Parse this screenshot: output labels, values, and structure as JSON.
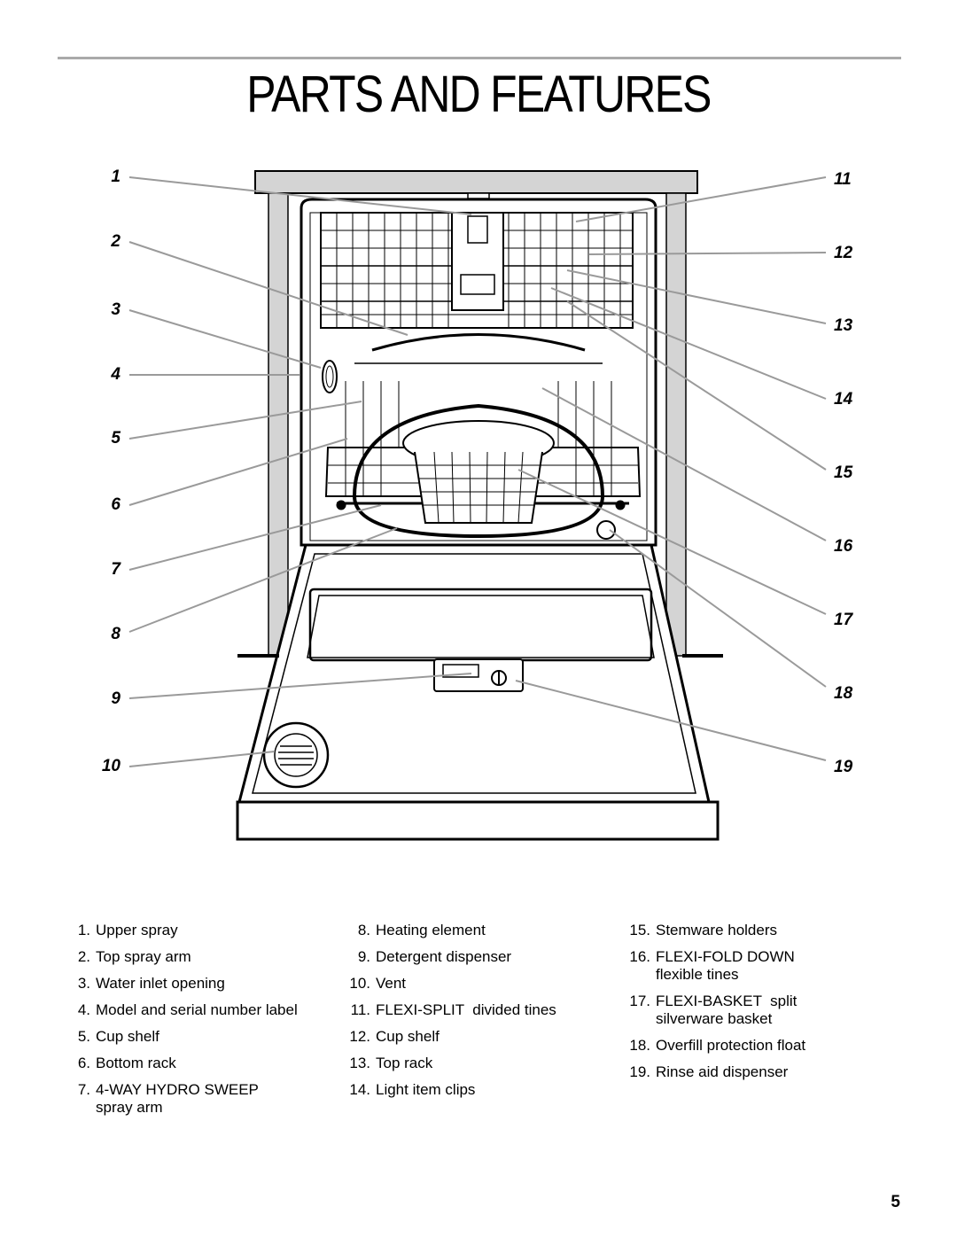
{
  "page": {
    "title": "PARTS AND FEATURES",
    "page_number": "5"
  },
  "callouts": {
    "left": [
      "1",
      "2",
      "3",
      "4",
      "5",
      "6",
      "7",
      "8",
      "9",
      "10"
    ],
    "right": [
      "11",
      "12",
      "13",
      "14",
      "15",
      "16",
      "17",
      "18",
      "19"
    ]
  },
  "legend": {
    "col1": [
      {
        "num": "1.",
        "text": "Upper spray"
      },
      {
        "num": "2.",
        "text": "Top spray arm"
      },
      {
        "num": "3.",
        "text": "Water inlet opening"
      },
      {
        "num": "4.",
        "text": "Model and serial number label"
      },
      {
        "num": "5.",
        "text": "Cup shelf"
      },
      {
        "num": "6.",
        "text": "Bottom rack"
      },
      {
        "num": "7.",
        "text": "4-WAY HYDRO SWEEP spray arm"
      }
    ],
    "col2": [
      {
        "num": "8.",
        "text": "Heating element"
      },
      {
        "num": "9.",
        "text": "Detergent dispenser"
      },
      {
        "num": "10.",
        "text": "Vent"
      },
      {
        "num": "11.",
        "text": "FLEXI-SPLIT  divided tines"
      },
      {
        "num": "12.",
        "text": "Cup shelf"
      },
      {
        "num": "13.",
        "text": "Top rack"
      },
      {
        "num": "14.",
        "text": "Light item clips"
      }
    ],
    "col3": [
      {
        "num": "15.",
        "text": "Stemware holders"
      },
      {
        "num": "16.",
        "text": "FLEXI-FOLD DOWN flexible tines"
      },
      {
        "num": "17.",
        "text": "FLEXI-BASKET  split silverware basket"
      },
      {
        "num": "18.",
        "text": "Overfill protection float"
      },
      {
        "num": "19.",
        "text": "Rinse aid dispenser"
      }
    ]
  },
  "colors": {
    "rule": "#aaaaaa",
    "panel": "#d4d4d4",
    "leader": "#9a9a9a"
  }
}
